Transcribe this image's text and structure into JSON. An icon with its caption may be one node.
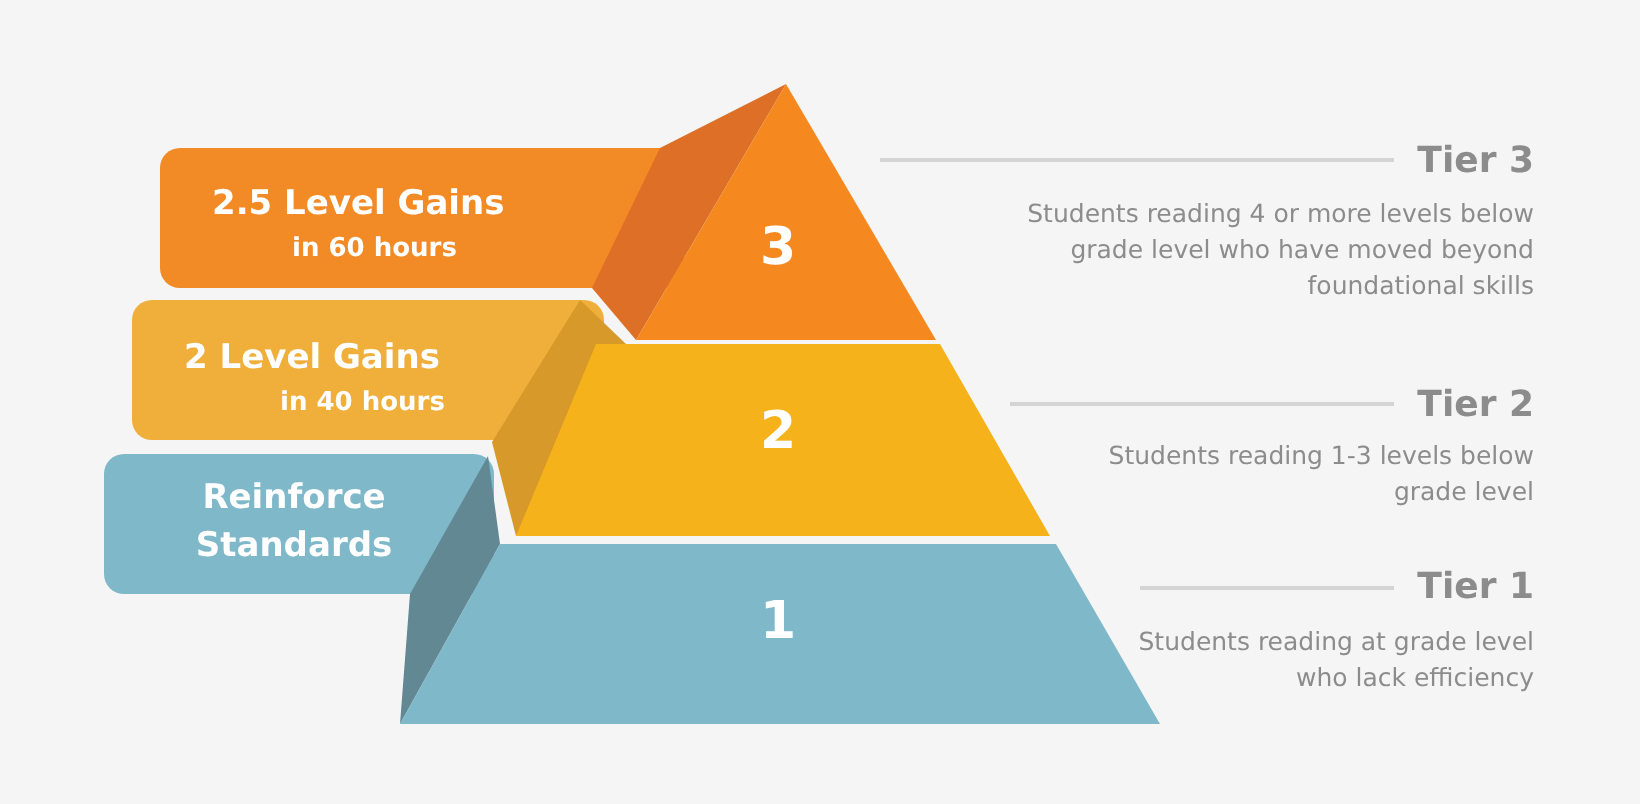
{
  "diagram": {
    "nodes": [
      {
        "text": [
          "3"
        ],
        "beside": [
          "Tier 3",
          "Students reading 4 or more levels below grade level who have moved beyond foundational skills"
        ]
      },
      {
        "text": [
          "2"
        ],
        "beside": [
          "Tier 2",
          "Students reading 1-3 levels below grade level"
        ]
      },
      {
        "text": [
          "1"
        ],
        "beside": [
          "Tier 1",
          "Students reading at grade level who lack efficiency"
        ]
      },
      {
        "text": [
          "2.5 Level Gains",
          "in 60 hours"
        ]
      },
      {
        "text": [
          "2 Level Gains",
          "in 40 hours"
        ]
      },
      {
        "text": [
          "Reinforce Standards"
        ]
      }
    ]
  }
}
